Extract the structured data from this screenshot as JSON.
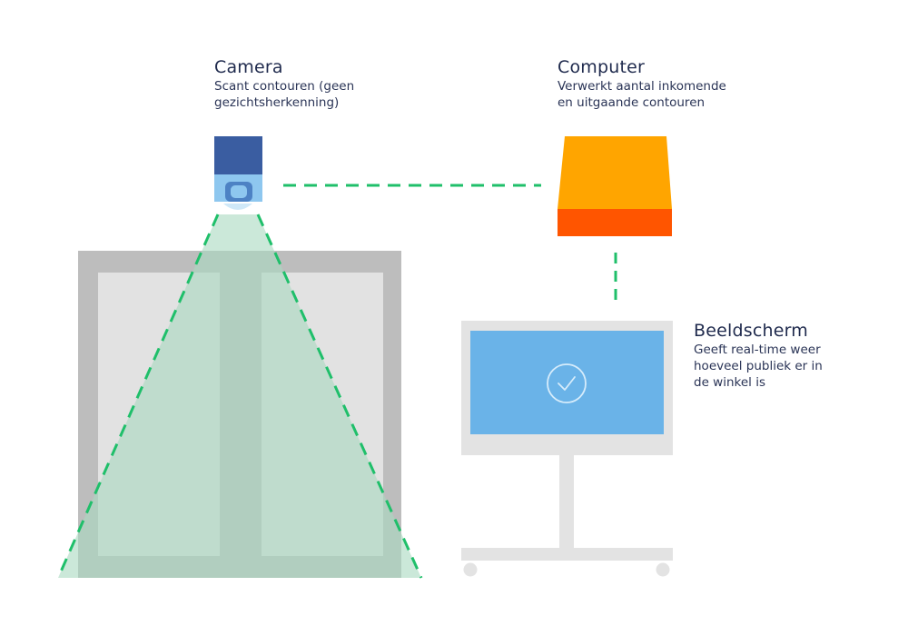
{
  "camera": {
    "title": "Camera",
    "description_line1": "Scant contouren (geen",
    "description_line2": "gezichtsherkenning)",
    "body_color": "#3a5da1",
    "lens_color": "#6fb4e6"
  },
  "computer": {
    "title": "Computer",
    "description_line1": "Verwerkt aantal inkomende",
    "description_line2": "en uitgaande contouren",
    "top_color": "#ffa500",
    "bottom_color": "#ff5500"
  },
  "monitor": {
    "title": "Beeldscherm",
    "description_line1": "Geeft real-time weer",
    "description_line2": "hoeveel publiek er in",
    "description_line3": "de winkel is",
    "screen_color": "#6ab3e8",
    "frame_color": "#e3e3e3",
    "icon": "check-circle-icon"
  },
  "door": {
    "frame_color": "#bdbdbd",
    "panel_color": "#e2e2e2",
    "icon": "door"
  },
  "connection": {
    "color": "#1fbf6a",
    "style": "dashed"
  },
  "detection_field": {
    "color": "#a8d8c0"
  }
}
